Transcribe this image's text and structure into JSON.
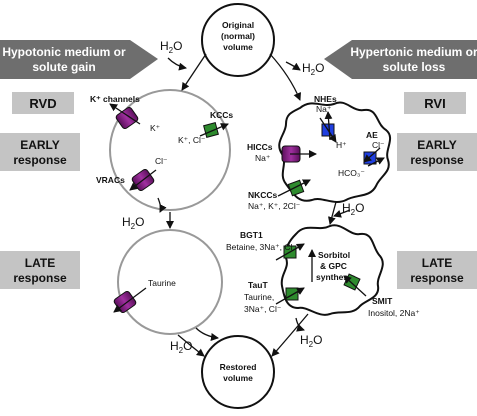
{
  "original": {
    "line1": "Original",
    "line2": "(normal)",
    "line3": "volume"
  },
  "restored": {
    "line1": "Restored",
    "line2": "volume"
  },
  "banners": {
    "left": {
      "line1": "Hypotonic medium or",
      "line2": "solute gain"
    },
    "right": {
      "line1": "Hypertonic medium or",
      "line2": "solute loss"
    }
  },
  "boxes": {
    "rvd": "RVD",
    "rvi": "RVI",
    "early_left": {
      "line1": "EARLY",
      "line2": "response"
    },
    "early_right": {
      "line1": "EARLY",
      "line2": "response"
    },
    "late_left": {
      "line1": "LATE",
      "line2": "response"
    },
    "late_right": {
      "line1": "LATE",
      "line2": "response"
    }
  },
  "water": {
    "h": "H",
    "sub": "2",
    "o": "O"
  },
  "transporters": {
    "k_channels": "K⁺ channels",
    "k_plus": "K⁺",
    "kccs": "KCCs",
    "kccs_ions": "K⁺, Cl⁻",
    "vracs": "VRACs",
    "vracs_ion": "Cl⁻",
    "taurine": "Taurine",
    "nhes": "NHEs",
    "nhes_ion": "Na⁺",
    "h_plus": "H⁺",
    "ae": "AE",
    "ae_ion": "Cl⁻",
    "hco3": "HCO₃⁻",
    "hiccs": "HICCs",
    "hiccs_ion": "Na⁺",
    "nkccs": "NKCCs",
    "nkccs_ions": "Na⁺, K⁺, 2Cl⁻",
    "bgt1": "BGT1",
    "bgt1_ions": "Betaine, 3Na⁺, Cl⁻",
    "sorbitol1": "Sorbitol",
    "sorbitol2": "& GPC",
    "sorbitol3": "synthesis",
    "taut": "TauT",
    "taut_l2": "Taurine,",
    "taut_l3": "3Na⁺, Cl⁻",
    "smit": "SMIT",
    "smit_ions": "Inositol, 2Na⁺"
  },
  "colors": {
    "purple": "#8e1f8e",
    "green": "#2e8b2e",
    "blue": "#1f3fe0",
    "grey_box": "#c4c4c4",
    "dark_banner": "#6e6e6e"
  }
}
